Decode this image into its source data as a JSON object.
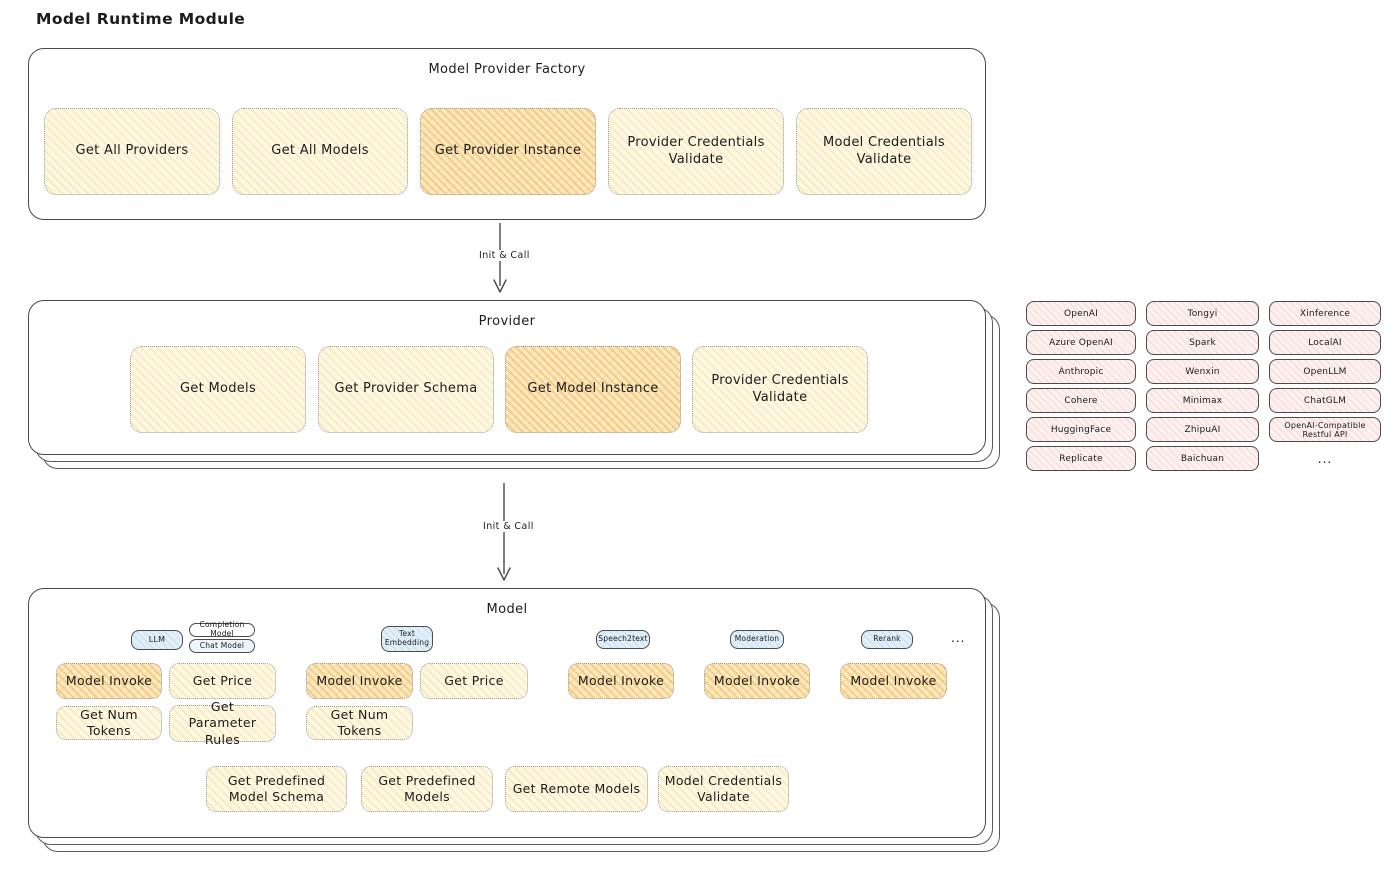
{
  "page_title": "Model Runtime Module",
  "arrows": {
    "label_1": "Init & Call",
    "label_2": "Init & Call"
  },
  "factory": {
    "title": "Model Provider Factory",
    "buttons": [
      {
        "label": "Get All Providers",
        "highlighted": false
      },
      {
        "label": "Get All Models",
        "highlighted": false
      },
      {
        "label": "Get Provider Instance",
        "highlighted": true
      },
      {
        "label": "Provider Credentials Validate",
        "highlighted": false
      },
      {
        "label": "Model Credentials Validate",
        "highlighted": false
      }
    ]
  },
  "provider": {
    "title": "Provider",
    "buttons": [
      {
        "label": "Get Models",
        "highlighted": false
      },
      {
        "label": "Get Provider Schema",
        "highlighted": false
      },
      {
        "label": "Get Model Instance",
        "highlighted": true
      },
      {
        "label": "Provider Credentials Validate",
        "highlighted": false
      }
    ]
  },
  "providers_grid": {
    "items": [
      "OpenAI",
      "Tongyi",
      "Xinference",
      "Azure OpenAI",
      "Spark",
      "LocalAI",
      "Anthropic",
      "Wenxin",
      "OpenLLM",
      "Cohere",
      "Minimax",
      "ChatGLM",
      "HuggingFace",
      "ZhipuAI",
      "OpenAI-Compatible Restful API",
      "Replicate",
      "Baichuan"
    ],
    "more": "..."
  },
  "model": {
    "title": "Model",
    "tags": {
      "llm": "LLM",
      "completion_model": "Completion Model",
      "chat_model": "Chat Model",
      "text_embedding": "Text Embedding",
      "speech2text": "Speech2text",
      "moderation": "Moderation",
      "rerank": "Rerank",
      "more": "..."
    },
    "buttons": {
      "llm_model_invoke": "Model Invoke",
      "llm_get_price": "Get Price",
      "llm_get_num_tokens": "Get Num Tokens",
      "llm_get_parameter_rules": "Get Parameter Rules",
      "te_model_invoke": "Model Invoke",
      "te_get_price": "Get Price",
      "te_get_num_tokens": "Get Num Tokens",
      "s2t_model_invoke": "Model Invoke",
      "moderation_model_invoke": "Model Invoke",
      "rerank_model_invoke": "Model Invoke",
      "get_predefined_model_schema": "Get Predefined Model Schema",
      "get_predefined_models": "Get Predefined Models",
      "get_remote_models": "Get Remote Models",
      "model_credentials_validate": "Model Credentials Validate"
    }
  },
  "colors": {
    "outline": "#4a4a4a",
    "node_yellow": "#fdf8e6",
    "node_highlight": "#fbe9c4",
    "provider_pink": "#fdf1ef",
    "tag_blue": "#e1eff9"
  }
}
